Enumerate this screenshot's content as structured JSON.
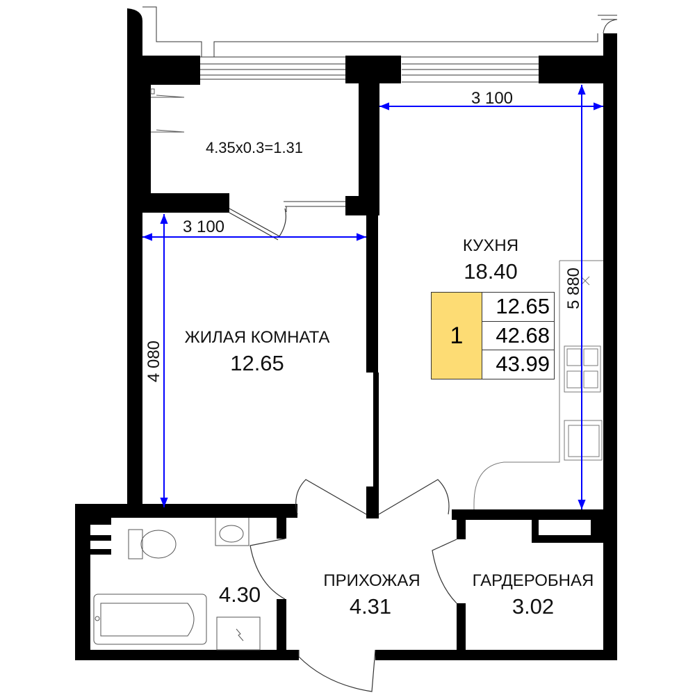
{
  "rooms": {
    "loggia": {
      "area_formula": "4.35x0.3=1.31"
    },
    "living": {
      "name": "ЖИЛАЯ КОМНАТА",
      "area": "12.65"
    },
    "kitchen": {
      "name": "КУХНЯ",
      "area": "18.40"
    },
    "bathroom": {
      "area": "4.30"
    },
    "hallway": {
      "name": "ПРИХОЖАЯ",
      "area": "4.31"
    },
    "wardrobe": {
      "name": "ГАРДЕРОБНАЯ",
      "area": "3.02"
    }
  },
  "dimensions": {
    "kitchen_width": "3 100",
    "kitchen_length": "5 880",
    "living_width": "3 100",
    "living_length": "4 080"
  },
  "legend": {
    "rooms_count": "1",
    "living_area": "12.65",
    "total_area": "42.68",
    "total_area_with_loggia": "43.99",
    "highlight_color": "#fddc74"
  },
  "colors": {
    "dimension": "#0000ff",
    "wall": "#000000"
  }
}
